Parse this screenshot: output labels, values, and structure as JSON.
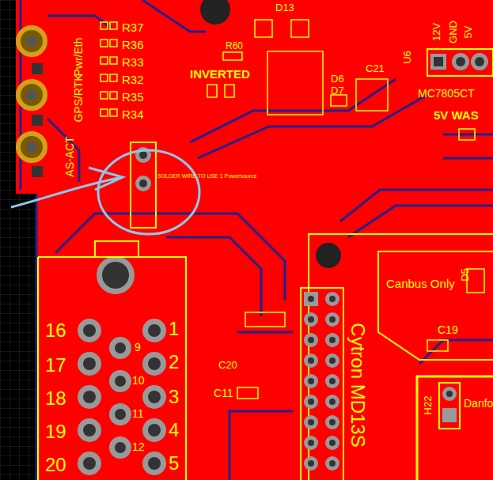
{
  "diagram": {
    "labels": [
      "R37",
      "R36",
      "R33",
      "R32",
      "R35",
      "R34",
      "Pwr/Eth",
      "GPS/RTK",
      "AS-ACT",
      "D13",
      "R60",
      "INVERTED",
      "D6",
      "D7",
      "C21",
      "12V",
      "GND",
      "5V",
      "U6",
      "MC7805CT",
      "5V WAS",
      "SOLDER WIRE TO USE 1 Powersource",
      "16",
      "17",
      "18",
      "19",
      "20",
      "1",
      "2",
      "3",
      "4",
      "5",
      "9",
      "10",
      "11",
      "12",
      "Cytron MD13S",
      "Canbus Only",
      "D5",
      "C19",
      "C20",
      "C11",
      "H22",
      "Danfo"
    ]
  }
}
